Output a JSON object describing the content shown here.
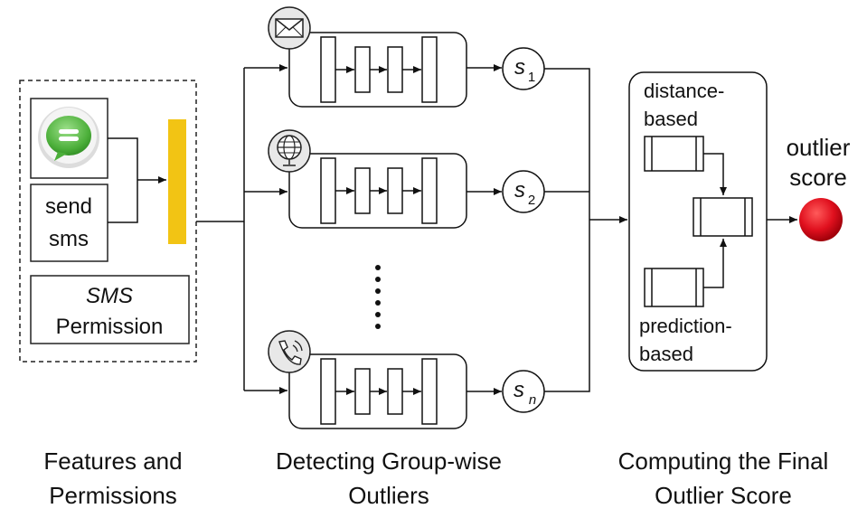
{
  "features": {
    "api_call": [
      "send",
      "sms"
    ],
    "permission": {
      "name": "SMS",
      "label": "Permission"
    }
  },
  "groups": {
    "scores": [
      {
        "var": "s",
        "sub": "1"
      },
      {
        "var": "s",
        "sub": "2"
      },
      {
        "var": "s",
        "sub": "n"
      }
    ],
    "icons": [
      "envelope-icon",
      "globe-icon",
      "phone-icon"
    ]
  },
  "final": {
    "distance_label": [
      "distance-",
      "based"
    ],
    "prediction_label": [
      "prediction-",
      "based"
    ],
    "outlier_label": [
      "outlier",
      "score"
    ]
  },
  "captions": {
    "features": [
      "Features and",
      "Permissions"
    ],
    "detecting": [
      "Detecting Group-wise",
      "Outliers"
    ],
    "computing": [
      "Computing the Final",
      "Outlier Score"
    ]
  },
  "colors": {
    "feature_bar": "#F2C414",
    "outlier_dot": "#E0101E",
    "sms_icon": "#5BB944"
  }
}
